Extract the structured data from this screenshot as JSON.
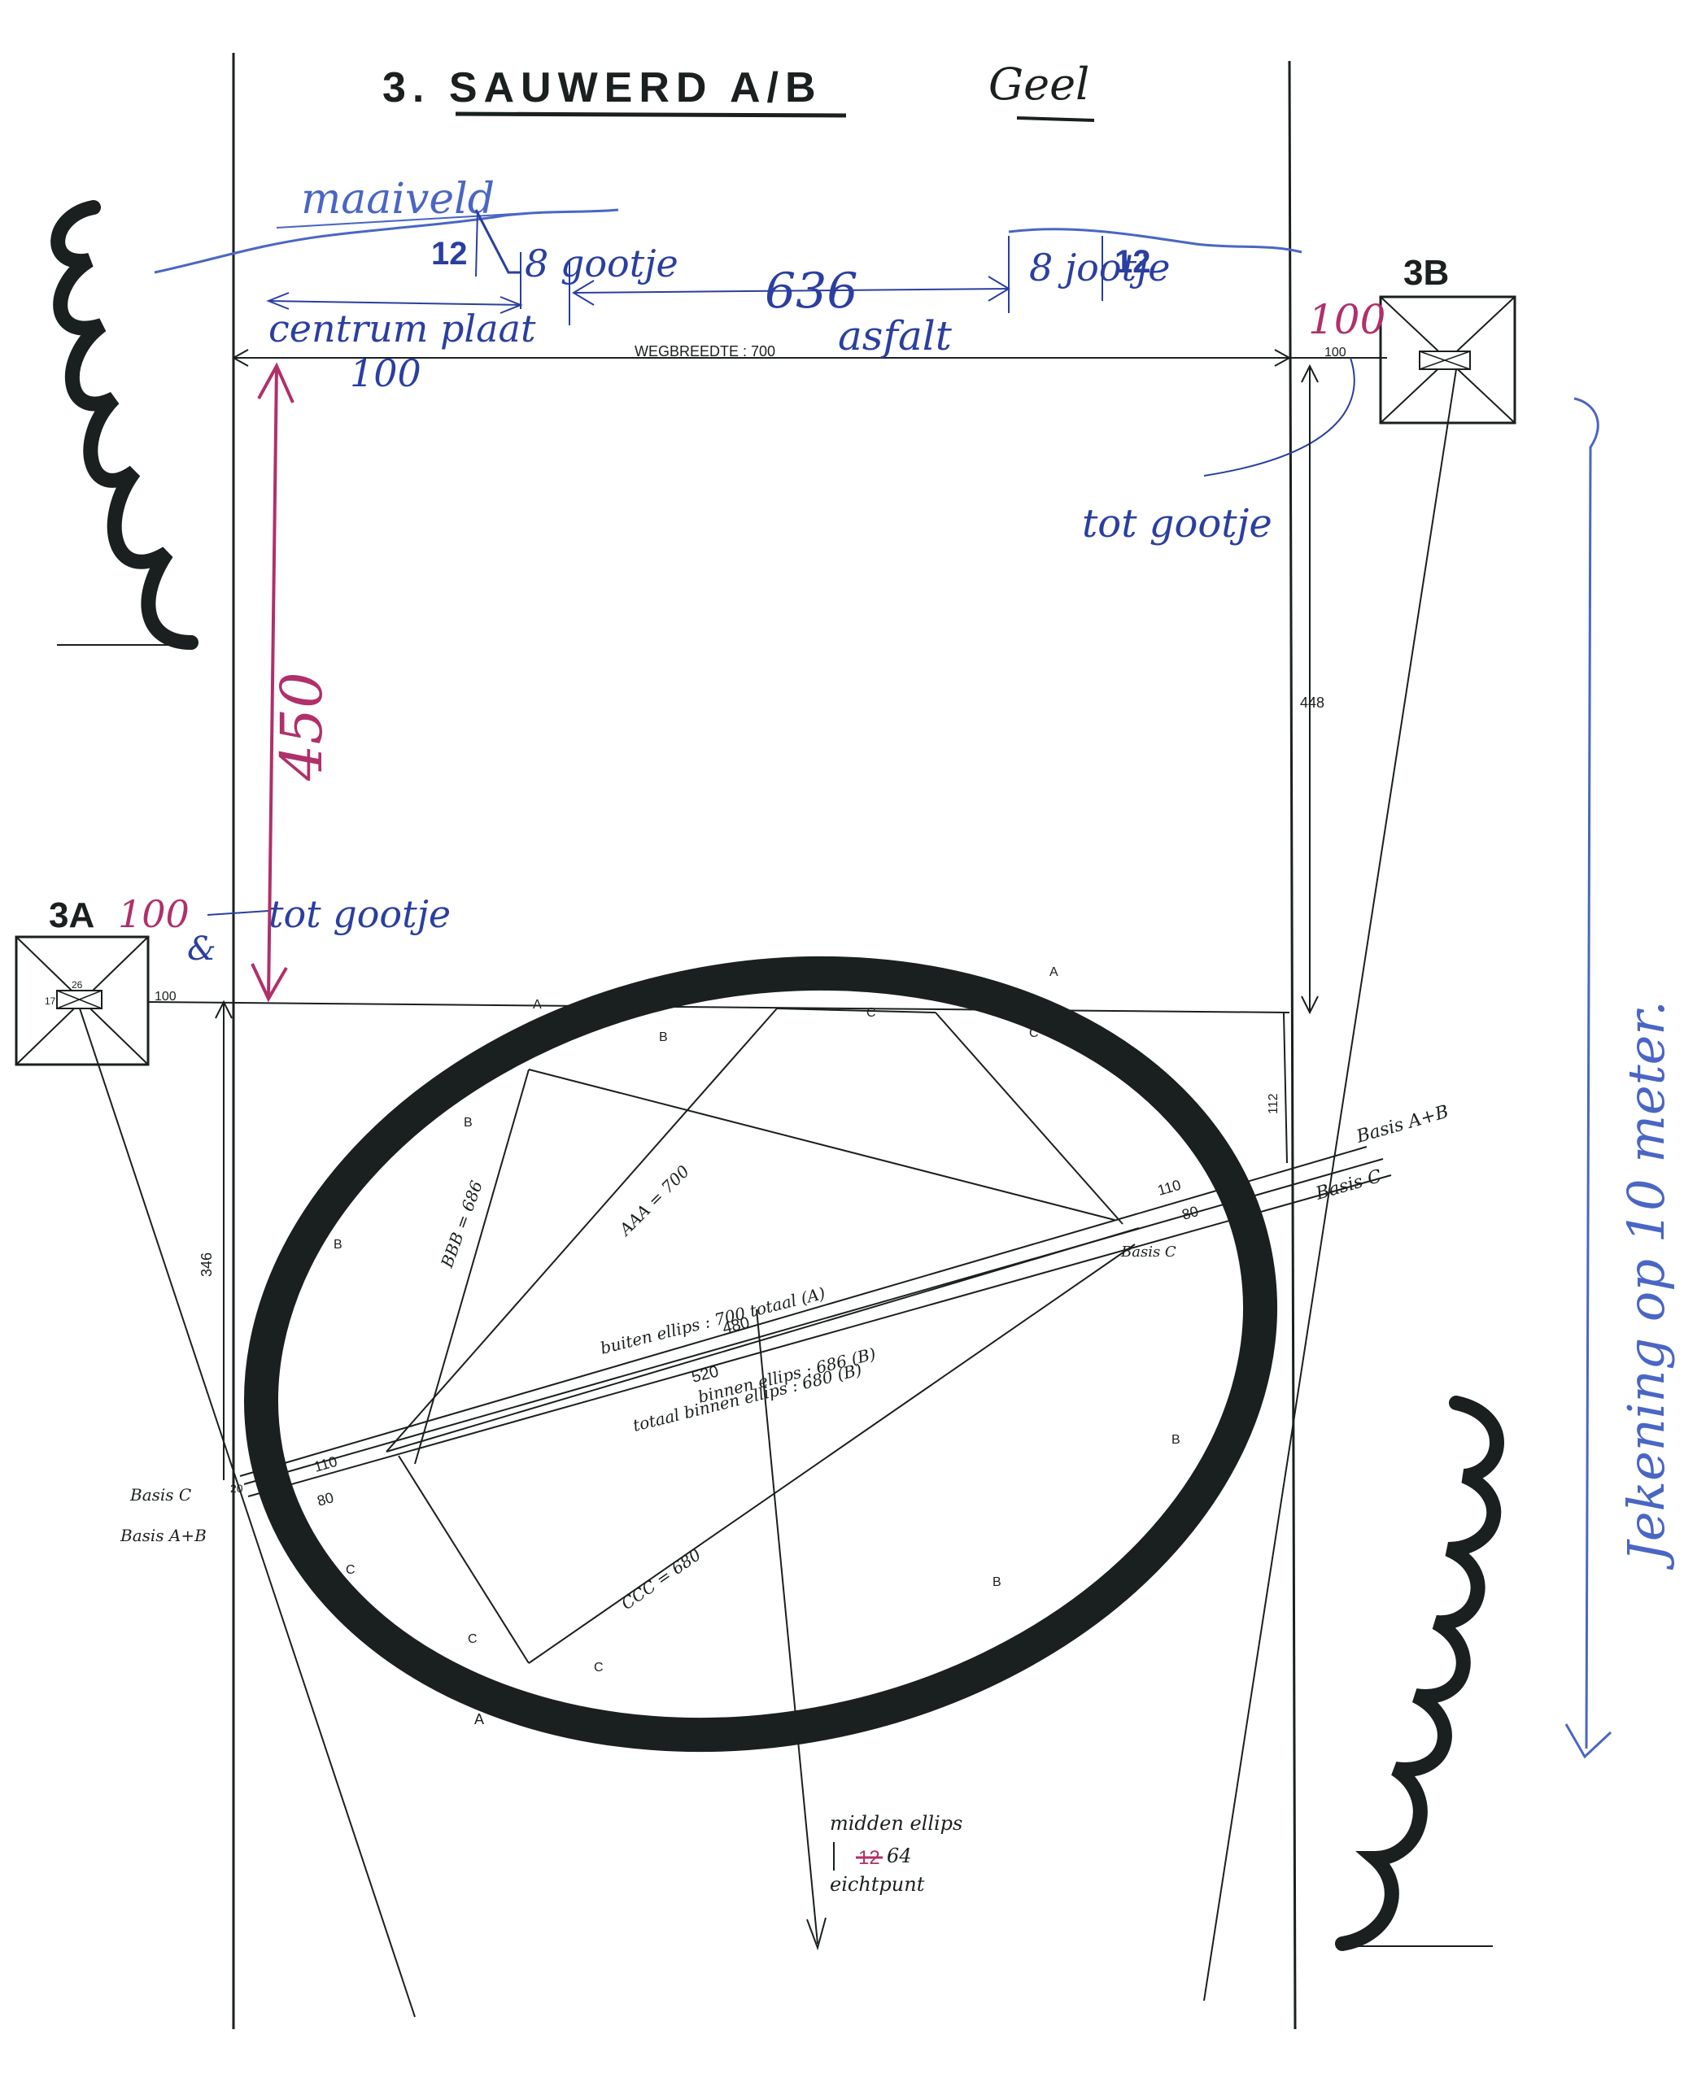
{
  "title": {
    "main": "3. SAUWERD A/B",
    "note": "Geel"
  },
  "top_annotations": {
    "maaiveld": "maaiveld",
    "goot_left": "8 gootje",
    "depth_left": "12",
    "width_road": "636",
    "asfalt": "asfalt",
    "goot_right": "8 jootje",
    "depth_right": "12",
    "centrum_plaat": "centrum plaat",
    "centrum_value": "100",
    "wegbreedte": "WEGBREEDTE : 700",
    "offset_3b": "100",
    "offset_3b_small": "100",
    "tot_gootje": "tot gootje"
  },
  "points": {
    "p3a": "3A",
    "p3b": "3B",
    "p3a_inner": "26",
    "p3a_side": "17",
    "p3a_offset": "100",
    "p3a_note": "100",
    "p3a_note2": "tot gootje",
    "p3a_amp": "&"
  },
  "dimensions": {
    "vertical_magenta": "450",
    "right_vertical": "448",
    "left_vertical": "346",
    "right_small": "112",
    "left_small": "20"
  },
  "ellipse_labels": {
    "aaa": "AAA = 700",
    "bbb": "BBB = 686",
    "ccc": "CCC = 680",
    "buiten": "buiten ellips : 700 totaal (A)",
    "v480": "480",
    "v520": "520",
    "binnen": "totaal binnen ellips : 680 (B)",
    "binnen2": "binnen ellips : 686 (B)",
    "basis_ab_right": "Basis A+B",
    "basis_c_right": "Basis C",
    "basis_c_right2": "Basis C",
    "v110_right": "110",
    "v80_right": "80",
    "basis_c_left": "Basis C",
    "basis_ab_left": "Basis A+B",
    "v110_left": "110",
    "v80_left": "80",
    "A": "A",
    "B": "B",
    "C": "C"
  },
  "bottom": {
    "midden": "midden ellips",
    "value": "64",
    "struck": "12",
    "ijkpunt": "eichtpunt"
  },
  "side_note": "Jekening op 10 meter.",
  "colors": {
    "ink": "#1a1f1f",
    "blue_pen": "#2a3fa0",
    "light_blue_pen": "#4a66c4",
    "magenta_pen": "#b0306a"
  }
}
